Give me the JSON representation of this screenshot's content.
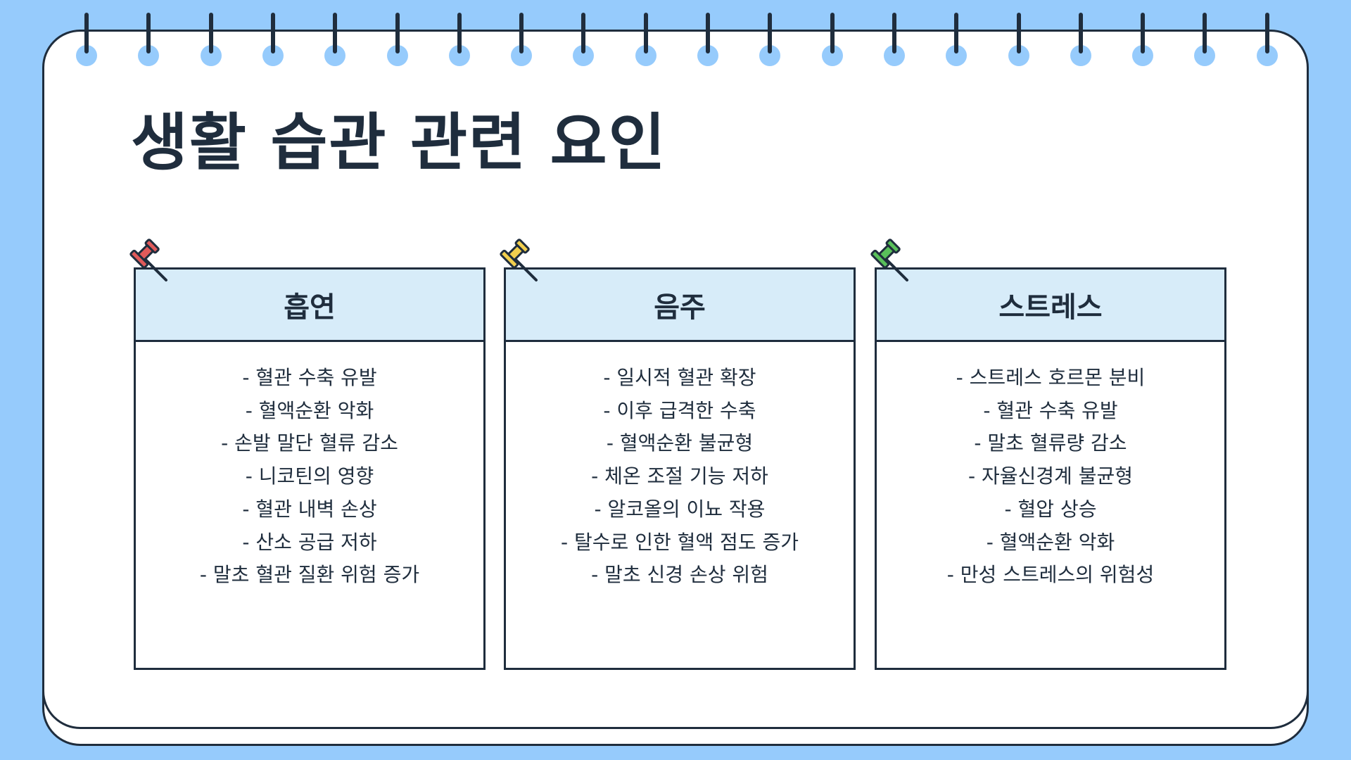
{
  "title": "생활 습관 관련 요인",
  "colors": {
    "background": "#96cbfc",
    "ink": "#1f2d3d",
    "card_header": "#d7ecf9",
    "pin_red": "#e05a5a",
    "pin_yellow": "#f2cf4e",
    "pin_green": "#59c05a"
  },
  "cards": [
    {
      "header": "흡연",
      "pin": "red-pushpin-icon",
      "items": [
        "- 혈관 수축 유발",
        "- 혈액순환 악화",
        "- 손발 말단 혈류 감소",
        "- 니코틴의 영향",
        "- 혈관 내벽 손상",
        "- 산소 공급 저하",
        "- 말초 혈관 질환 위험 증가"
      ]
    },
    {
      "header": "음주",
      "pin": "yellow-pushpin-icon",
      "items": [
        "- 일시적 혈관 확장",
        "- 이후 급격한 수축",
        "- 혈액순환 불균형",
        "- 체온 조절 기능 저하",
        "- 알코올의 이뇨 작용",
        "- 탈수로 인한 혈액 점도 증가",
        "- 말초 신경 손상 위험"
      ]
    },
    {
      "header": "스트레스",
      "pin": "green-pushpin-icon",
      "items": [
        "- 스트레스 호르몬 분비",
        "- 혈관 수축 유발",
        "- 말초 혈류량 감소",
        "- 자율신경계 불균형",
        "- 혈압 상승",
        "- 혈액순환 악화",
        "- 만성 스트레스의 위험성"
      ]
    }
  ]
}
